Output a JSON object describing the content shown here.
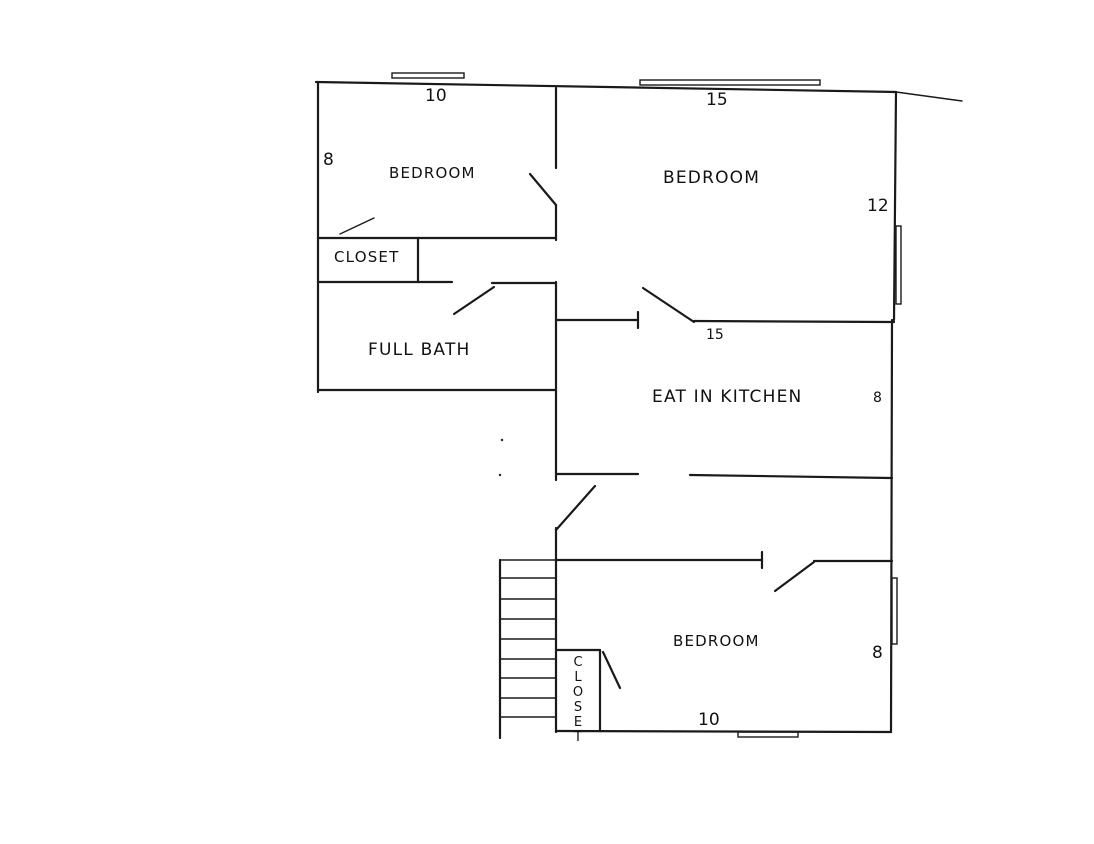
{
  "rooms": {
    "bedroom_top_left": "BEDROOM",
    "bedroom_top_right": "BEDROOM",
    "closet_left": "CLOSET",
    "full_bath": "FULL BATH",
    "kitchen": "EAT IN KITCHEN",
    "bedroom_bottom": "BEDROOM",
    "closet_bottom": "CLOSET"
  },
  "dimensions": {
    "top_left_width": "10",
    "top_left_height": "8",
    "top_right_width": "15",
    "top_right_height": "12",
    "kitchen_width": "15",
    "kitchen_height": "8",
    "bottom_height": "8",
    "bottom_width": "10"
  }
}
